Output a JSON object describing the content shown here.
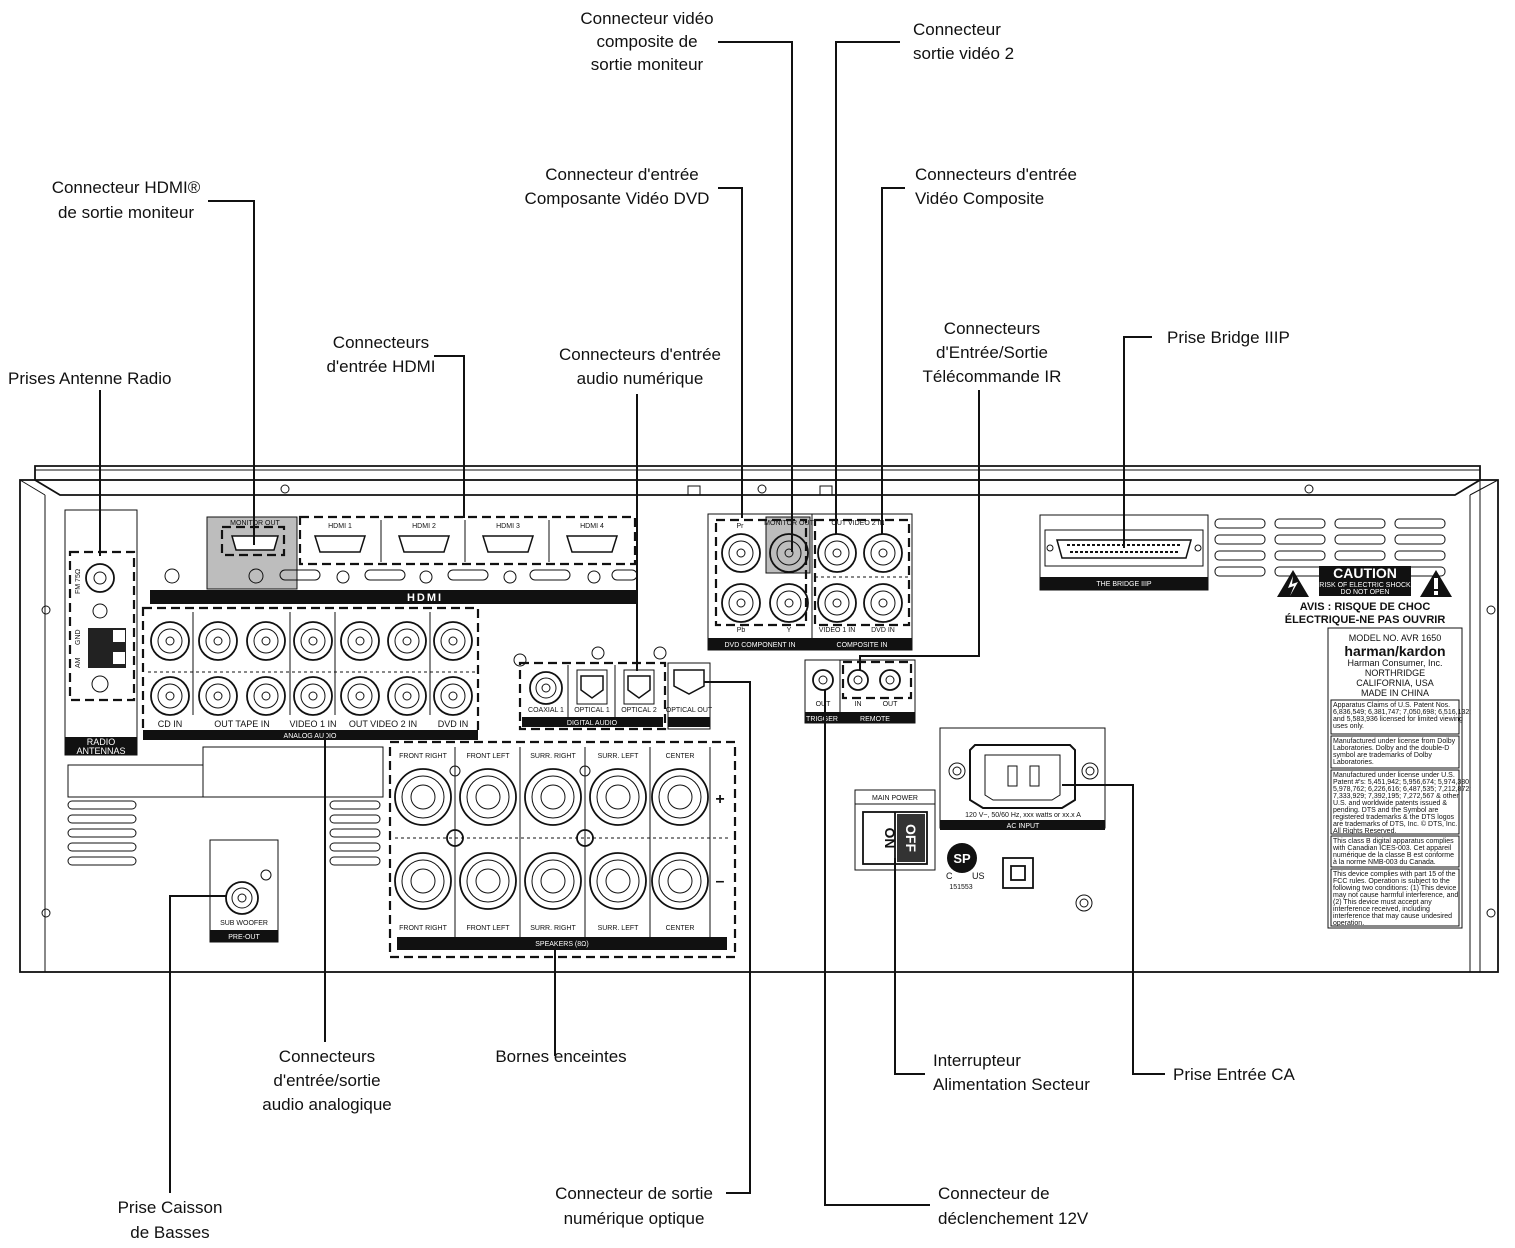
{
  "callouts": {
    "composite_monitor_out": [
      "Connecteur vidéo",
      "composite de",
      "sortie moniteur"
    ],
    "video2_out": [
      "Connecteur",
      "sortie vidéo 2"
    ],
    "hdmi_monitor_out": [
      "Connecteur HDMI®",
      "de sortie moniteur"
    ],
    "component_dvd_in": [
      "Connecteur d'entrée",
      "Composante Vidéo DVD"
    ],
    "composite_video_in": [
      "Connecteurs d'entrée",
      "Vidéo Composite"
    ],
    "hdmi_in": [
      "Connecteurs",
      "d'entrée HDMI"
    ],
    "digital_audio_in": [
      "Connecteurs d'entrée",
      "audio numérique"
    ],
    "ir_remote": [
      "Connecteurs",
      "d'Entrée/Sortie",
      "Télécommande IR"
    ],
    "bridge": [
      "Prise Bridge IIIP"
    ],
    "radio_antenna": [
      "Prises Antenne Radio"
    ],
    "analog_audio": [
      "Connecteurs",
      "d'entrée/sortie",
      "audio analogique"
    ],
    "speakers": [
      "Bornes enceintes"
    ],
    "main_power": [
      "Interrupteur",
      "Alimentation Secteur"
    ],
    "ac_input": [
      "Prise Entrée CA"
    ],
    "subwoofer": [
      "Prise Caisson",
      "de Basses"
    ],
    "optical_out": [
      "Connecteur de sortie",
      "numérique optique"
    ],
    "trigger": [
      "Connecteur de",
      "déclenchement 12V"
    ]
  },
  "panel": {
    "hdmi_logo": "HDMI",
    "hdmi_port_labels": [
      "HDMI 1",
      "HDMI 2",
      "HDMI 3",
      "HDMI 4"
    ],
    "monitor_out": "MONITOR OUT",
    "fm": "FM 75Ω",
    "gnd": "GND",
    "am": "AM",
    "radio_antennas": [
      "RADIO",
      "ANTENNAS"
    ],
    "analog_labels": [
      "CD IN",
      "OUT   TAPE   IN",
      "VIDEO 1 IN",
      "OUT  VIDEO 2  IN",
      "DVD IN"
    ],
    "analog_audio": "ANALOG AUDIO",
    "digital_labels": [
      "COAXIAL 1",
      "OPTICAL 1",
      "OPTICAL 2",
      "OPTICAL OUT"
    ],
    "digital_audio": "DIGITAL AUDIO",
    "component_labels": [
      "Pr",
      "Pb",
      "Y"
    ],
    "dvd_component_in": "DVD COMPONENT IN",
    "composite_labels": [
      "OUT  VIDEO 2  IN",
      "VIDEO 1 IN",
      "DVD IN"
    ],
    "composite_in": "COMPOSITE IN",
    "trigger": "TRIGGER",
    "trigger_out": "OUT",
    "remote": "REMOTE",
    "remote_in": "IN",
    "remote_out": "OUT",
    "bridge": "THE BRIDGE IIIP",
    "speaker_channels": [
      "FRONT RIGHT",
      "FRONT LEFT",
      "SURR. RIGHT",
      "SURR. LEFT",
      "CENTER"
    ],
    "speakers": "SPEAKERS (8Ω)",
    "plus": "+",
    "minus": "–",
    "subwoofer": "SUB WOOFER",
    "pre_out": "PRE-OUT",
    "main_power": "MAIN POWER",
    "on": "ON",
    "off": "OFF",
    "ac_rating": "120 V~, 50/60 Hz, xxx watts or xx.x A",
    "ac_input": "AC INPUT",
    "csa_number": "151553",
    "csa_c": "C",
    "csa_us": "US",
    "caution": "CAUTION",
    "caution_sub": [
      "RISK OF ELECTRIC SHOCK",
      "DO NOT OPEN"
    ],
    "avis": [
      "AVIS : RISQUE DE CHOC",
      "ÉLECTRIQUE-NE PAS OUVRIR"
    ],
    "model": "MODEL NO. AVR 1650",
    "brand": "harman/kardon",
    "company": [
      "Harman Consumer, Inc.",
      "NORTHRIDGE",
      "CALIFORNIA, USA",
      "MADE IN CHINA"
    ],
    "legal": [
      [
        "Apparatus Claims of U.S. Patent Nos.",
        "6,836,549; 6,381,747; 7,050,698; 6,516,132;",
        "and 5,583,936 licensed for limited viewing",
        "uses only."
      ],
      [
        "Manufactured under license from Dolby",
        "Laboratories. Dolby and the double-D",
        "symbol are trademarks of Dolby",
        "Laboratories."
      ],
      [
        "Manufactured under license under U.S.",
        "Patent #'s: 5,451,942; 5,956,674; 5,974,380;",
        "5,978,762; 6,226,616; 6,487,535; 7,212,872;",
        "7,333,929; 7,392,195; 7,272,567 & other",
        "U.S. and worldwide patents issued &",
        "pending. DTS and the Symbol are",
        "registered trademarks & the DTS logos",
        "are trademarks of DTS, Inc. © DTS, Inc.",
        "All Rights Reserved."
      ],
      [
        "This class B digital apparatus complies",
        "with Canadian ICES-003. Cet appareil",
        "numérique de la classe B est conforme",
        "à la norme NMB-003 du Canada."
      ],
      [
        "This device complies with part 15 of the",
        "FCC rules. Operation is subject to the",
        "following two conditions: (1) This device",
        "may not cause harmful interference, and",
        "(2) This device must accept any",
        "interference received, including",
        "interference that may cause undesired",
        "operation."
      ]
    ]
  }
}
